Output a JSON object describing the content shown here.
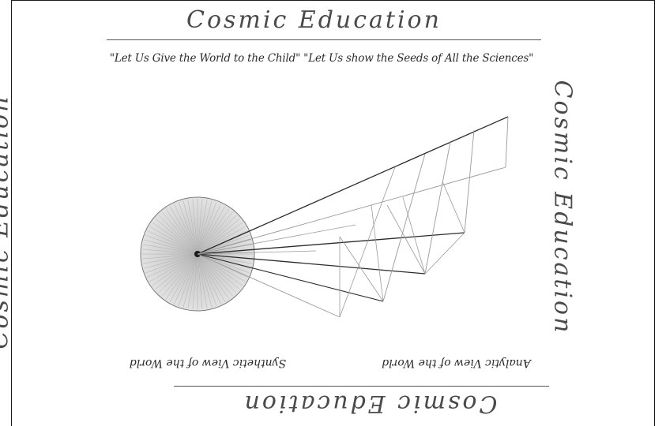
{
  "top": {
    "title": "Cosmic Education",
    "motto": "\"Let Us Give the World to the Child\" \"Let Us show the Seeds of All the Sciences\""
  },
  "left": {
    "title": "Cosmic Education"
  },
  "right": {
    "title": "Cosmic Education"
  },
  "bottom": {
    "title": "Cosmic Education",
    "caption_synthetic": "Synthetic View of the World",
    "caption_analytic": "Analytic View of the World"
  },
  "colors": {
    "ink": "#3a3a3a",
    "sphere_fill": "#d9d9d9",
    "dark_line": "#2b2b2b",
    "light_line": "#9a9a9a"
  }
}
